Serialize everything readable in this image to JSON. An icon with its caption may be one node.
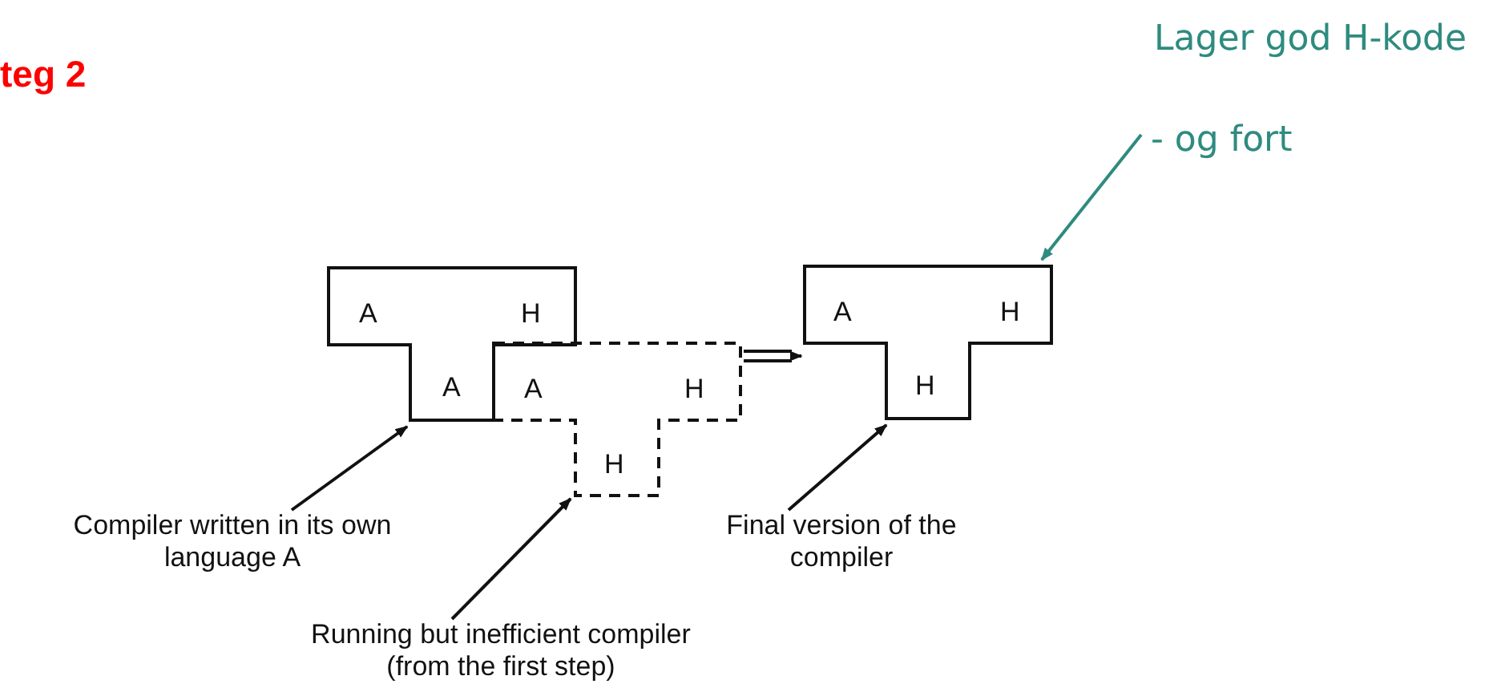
{
  "diagram": {
    "nodes": [
      {
        "text": [
          "A",
          "H",
          "A"
        ]
      },
      {
        "text": [
          "A",
          "H",
          "H"
        ]
      },
      {
        "text": [
          "A",
          "H",
          "H"
        ]
      },
      {
        "text": [
          "Compiler written in its own language A"
        ]
      },
      {
        "text": [
          "Running but inefficient compiler (from the first step)"
        ]
      },
      {
        "text": [
          "Final version of the compiler"
        ]
      },
      {
        "text": [
          "Lager god H-kode",
          "- og fort"
        ]
      }
    ],
    "edges": [
      {
        "from": 3,
        "to": 0,
        "arrow": "to"
      },
      {
        "from": 4,
        "to": 1,
        "arrow": "to"
      },
      {
        "from": 5,
        "to": 2,
        "arrow": "to"
      },
      {
        "from": 6,
        "to": 2,
        "arrow": "to",
        "color": "#2e8b7f"
      },
      {
        "from": 1,
        "to": 2,
        "arrow": "to"
      }
    ],
    "labels": [
      "teg 2"
    ]
  }
}
